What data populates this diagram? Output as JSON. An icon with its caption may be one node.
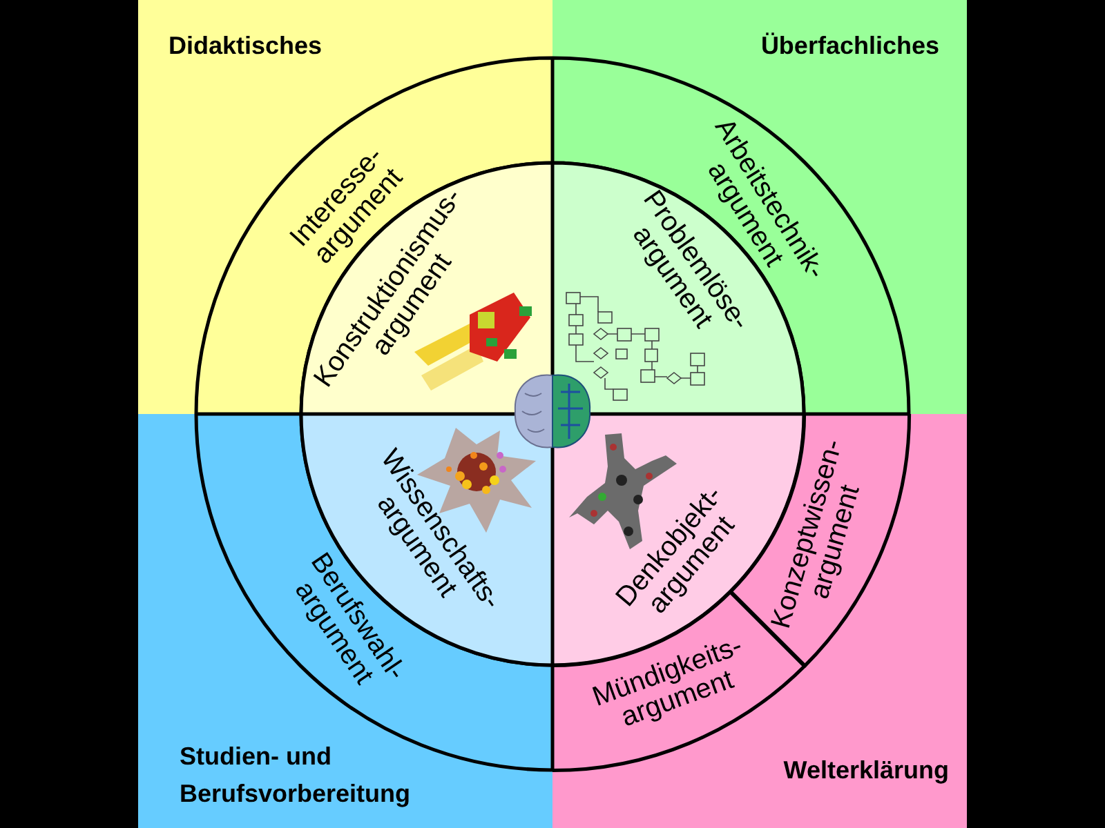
{
  "diagram": {
    "nodes": [
      {
        "text": [
          "Didaktisches"
        ]
      },
      {
        "text": [
          "Interesse- argument"
        ],
        "in": 0
      },
      {
        "text": [
          "Konstruktionismus- argument"
        ],
        "in": 0
      },
      {
        "text": [
          "Überfachliches"
        ]
      },
      {
        "text": [
          "Arbeitstechnik- argument"
        ],
        "in": 3
      },
      {
        "text": [
          "Problemlöse- argument"
        ],
        "in": 3
      },
      {
        "text": [
          "Studien- und Berufsvorbereitung"
        ]
      },
      {
        "text": [
          "Berufswahl- argument"
        ],
        "in": 6
      },
      {
        "text": [
          "Wissenschafts- argument"
        ],
        "in": 6
      },
      {
        "text": [
          "Welterklärung"
        ]
      },
      {
        "text": [
          "Denkobjekt- argument"
        ],
        "in": 9
      },
      {
        "text": [
          "Konzeptwissen- argument"
        ],
        "in": 9
      },
      {
        "text": [
          "Mündigkeits- argument"
        ],
        "in": 9
      }
    ]
  }
}
